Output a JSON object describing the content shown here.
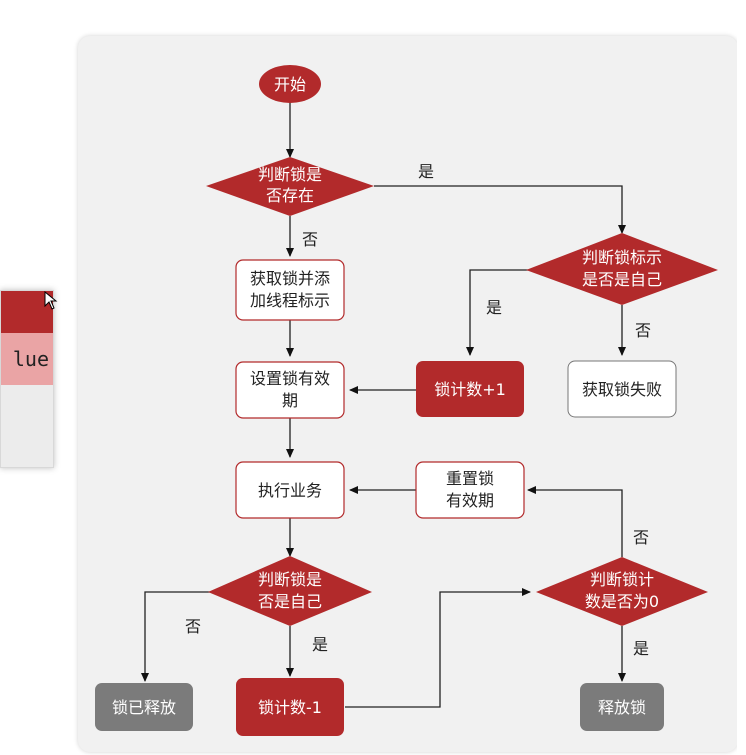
{
  "left_widget": {
    "cell_text": "lue"
  },
  "flow": {
    "start": "开始",
    "d1_line1": "判断锁是",
    "d1_line2": "否存在",
    "d1_yes": "是",
    "d1_no": "否",
    "acquire_line1": "获取锁并添",
    "acquire_line2": "加线程标示",
    "d2_line1": "判断锁标示",
    "d2_line2": "是否是自己",
    "d2_yes": "是",
    "d2_no": "否",
    "count_inc": "锁计数+1",
    "acquire_fail": "获取锁失败",
    "set_expire_line1": "设置锁有效",
    "set_expire_line2": "期",
    "execute": "执行业务",
    "reset_line1": "重置锁",
    "reset_line2": "有效期",
    "d3_line1": "判断锁是",
    "d3_line2": "否是自己",
    "d3_no": "否",
    "d3_yes": "是",
    "d4_line1": "判断锁计",
    "d4_line2": "数是否为0",
    "d4_no": "否",
    "d4_yes": "是",
    "released": "锁已释放",
    "count_dec": "锁计数-1",
    "release": "释放锁"
  },
  "colors": {
    "red": "#b22a2b",
    "gray": "#7b7b7b",
    "border": "#b22a2b",
    "panel": "#f1f1f1"
  }
}
